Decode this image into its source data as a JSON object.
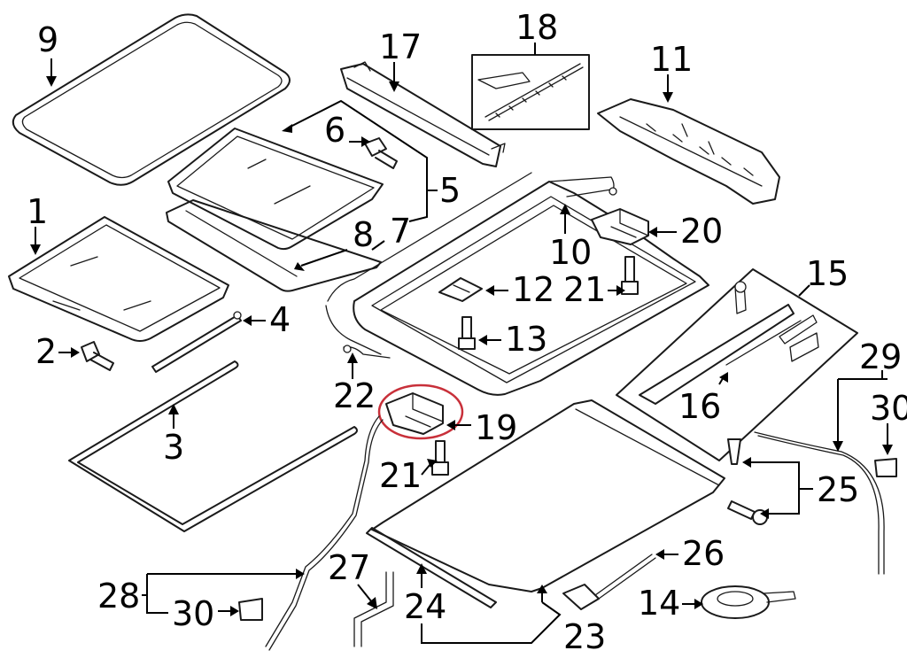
{
  "diagram": {
    "callouts": [
      {
        "id": "c9",
        "text": "9"
      },
      {
        "id": "c17",
        "text": "17"
      },
      {
        "id": "c18",
        "text": "18"
      },
      {
        "id": "c11",
        "text": "11"
      },
      {
        "id": "c6",
        "text": "6"
      },
      {
        "id": "c5",
        "text": "5"
      },
      {
        "id": "c1",
        "text": "1"
      },
      {
        "id": "c8",
        "text": "8"
      },
      {
        "id": "c7",
        "text": "7"
      },
      {
        "id": "c20",
        "text": "20"
      },
      {
        "id": "c10",
        "text": "10"
      },
      {
        "id": "c4",
        "text": "4"
      },
      {
        "id": "c12",
        "text": "12"
      },
      {
        "id": "c21a",
        "text": "21"
      },
      {
        "id": "c15",
        "text": "15"
      },
      {
        "id": "c2",
        "text": "2"
      },
      {
        "id": "c13",
        "text": "13"
      },
      {
        "id": "c3",
        "text": "3"
      },
      {
        "id": "c22",
        "text": "22"
      },
      {
        "id": "c19",
        "text": "19"
      },
      {
        "id": "c16",
        "text": "16"
      },
      {
        "id": "c29",
        "text": "29"
      },
      {
        "id": "c30a",
        "text": "30"
      },
      {
        "id": "c21b",
        "text": "21"
      },
      {
        "id": "c25",
        "text": "25"
      },
      {
        "id": "c26",
        "text": "26"
      },
      {
        "id": "c27",
        "text": "27"
      },
      {
        "id": "c28",
        "text": "28"
      },
      {
        "id": "c30b",
        "text": "30"
      },
      {
        "id": "c24",
        "text": "24"
      },
      {
        "id": "c14",
        "text": "14"
      },
      {
        "id": "c23",
        "text": "23"
      }
    ],
    "colors": {
      "line": "#1a1a1a",
      "highlight": "#c8303a",
      "background": "#ffffff"
    }
  }
}
